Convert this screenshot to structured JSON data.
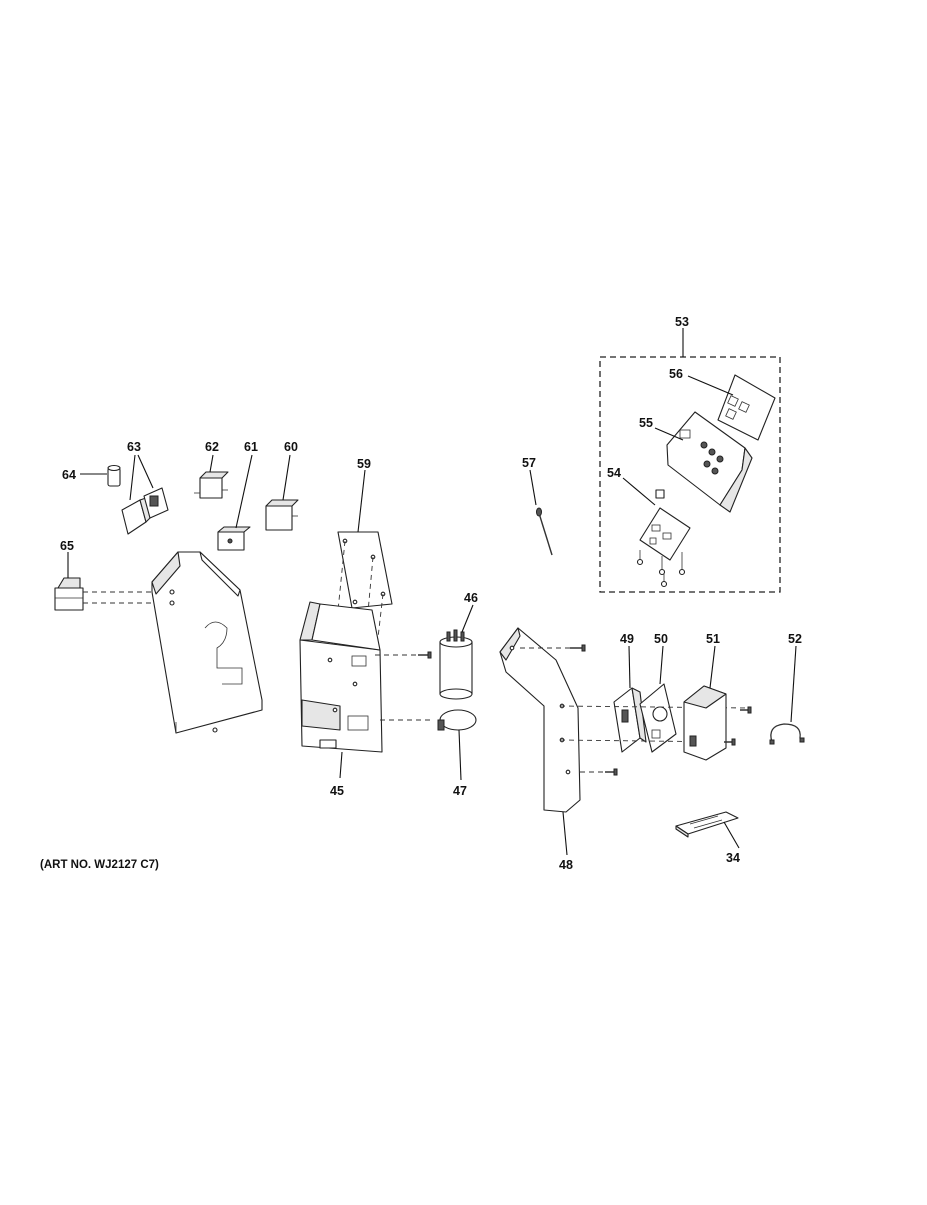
{
  "art_number": "(ART NO. WJ2127 C7)",
  "callouts": {
    "c34": "34",
    "c45": "45",
    "c46": "46",
    "c47": "47",
    "c48": "48",
    "c49": "49",
    "c50": "50",
    "c51": "51",
    "c52": "52",
    "c53": "53",
    "c54": "54",
    "c55": "55",
    "c56": "56",
    "c57": "57",
    "c59": "59",
    "c60": "60",
    "c61": "61",
    "c62": "62",
    "c63": "63",
    "c64": "64",
    "c65": "65"
  }
}
